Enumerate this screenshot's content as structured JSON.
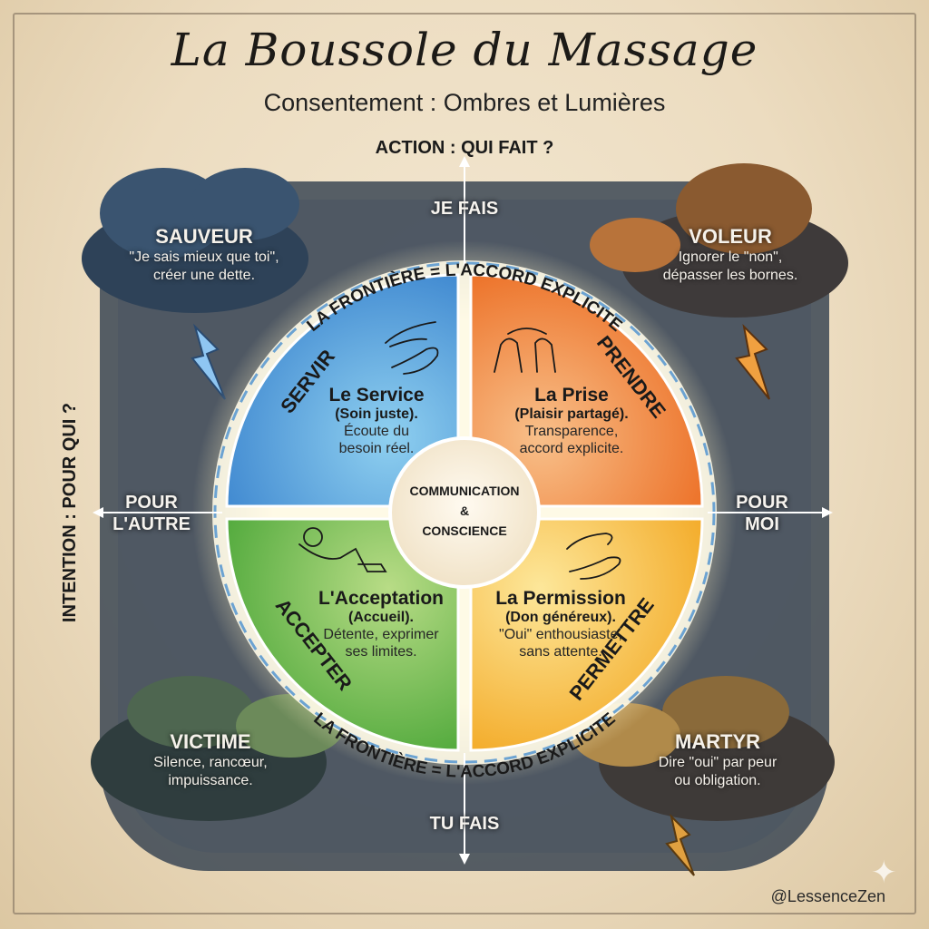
{
  "header": {
    "title": "La Boussole du Massage",
    "subtitle": "Consentement : Ombres et Lumières"
  },
  "axes": {
    "vertical_title": "ACTION : QUI FAIT ?",
    "horizontal_title": "INTENTION : POUR QUI ?",
    "top": "JE FAIS",
    "bottom": "TU FAIS",
    "left_line1": "POUR",
    "left_line2": "L'AUTRE",
    "right_line1": "POUR",
    "right_line2": "MOI"
  },
  "boundary_label": "LA FRONTIÈRE = L'ACCORD EXPLICITE",
  "center": {
    "line1": "COMMUNICATION",
    "line2": "&",
    "line3": "CONSCIENCE"
  },
  "quadrants": [
    {
      "verb": "SERVIR",
      "title": "Le Service",
      "subtitle": "(Soin juste).",
      "desc1": "Écoute du",
      "desc2": "besoin réel.",
      "color": "#4a9ad8",
      "icon": "giving-hands-icon"
    },
    {
      "verb": "PRENDRE",
      "title": "La Prise",
      "subtitle": "(Plaisir partagé).",
      "desc1": "Transparence,",
      "desc2": "accord explicite.",
      "color": "#f08a3a",
      "icon": "massaging-hands-icon"
    },
    {
      "verb": "ACCEPTER",
      "title": "L'Acceptation",
      "subtitle": "(Accueil).",
      "desc1": "Détente, exprimer",
      "desc2": "ses limites.",
      "color": "#6cbb46",
      "icon": "reclining-person-icon"
    },
    {
      "verb": "PERMETTRE",
      "title": "La Permission",
      "subtitle": "(Don généreux).",
      "desc1": "\"Oui\" enthousiaste,",
      "desc2": "sans attente.",
      "color": "#f6c23e",
      "icon": "offering-hands-icon"
    }
  ],
  "shadows": [
    {
      "name": "SAUVEUR",
      "desc1": "\"Je sais mieux que toi\",",
      "desc2": "créer une dette.",
      "color": "#2e4258"
    },
    {
      "name": "VOLEUR",
      "desc1": "Ignorer le \"non\",",
      "desc2": "dépasser les bornes.",
      "color": "#4a3c34"
    },
    {
      "name": "VICTIME",
      "desc1": "Silence, rancœur,",
      "desc2": "impuissance.",
      "color": "#2f3d3e"
    },
    {
      "name": "MARTYR",
      "desc1": "Dire \"oui\" par peur",
      "desc2": "ou obligation.",
      "color": "#3e3a38"
    }
  ],
  "credit": "@LessenceZen"
}
